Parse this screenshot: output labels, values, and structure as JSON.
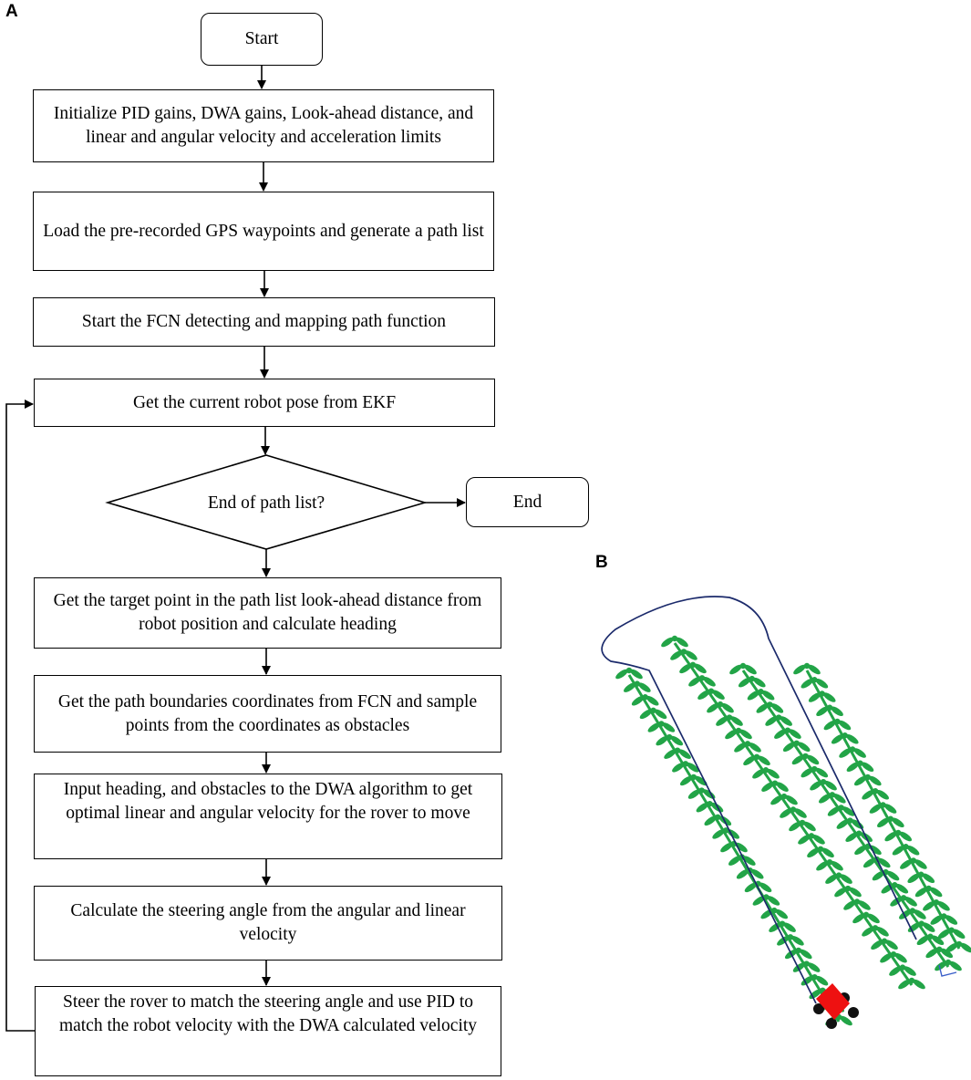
{
  "panels": {
    "a": "A",
    "b": "B"
  },
  "flowchart": {
    "start": "Start",
    "end": "End",
    "steps": [
      "Initialize PID gains, DWA gains, Look-ahead distance, and linear and angular velocity and acceleration limits",
      "Load the pre-recorded GPS waypoints and generate a path list",
      "Start the FCN detecting and mapping path function",
      "Get the current robot pose from EKF",
      "Get the target point in the path list look-ahead distance from robot position and calculate heading",
      "Get the path boundaries coordinates from FCN and sample points from the coordinates as obstacles",
      "Input heading, and obstacles to the DWA algorithm to get optimal linear and angular velocity for the rover to move",
      "Calculate the steering angle from the angular and linear velocity",
      "Steer the rover to match the steering angle and use PID to match the robot velocity with the DWA calculated velocity"
    ],
    "decision": "End of path list?"
  },
  "illustration": {
    "rows": 4,
    "plant_color": "#22a447",
    "path_color": "#1b2a6b",
    "rover_color": "#ee1111"
  }
}
